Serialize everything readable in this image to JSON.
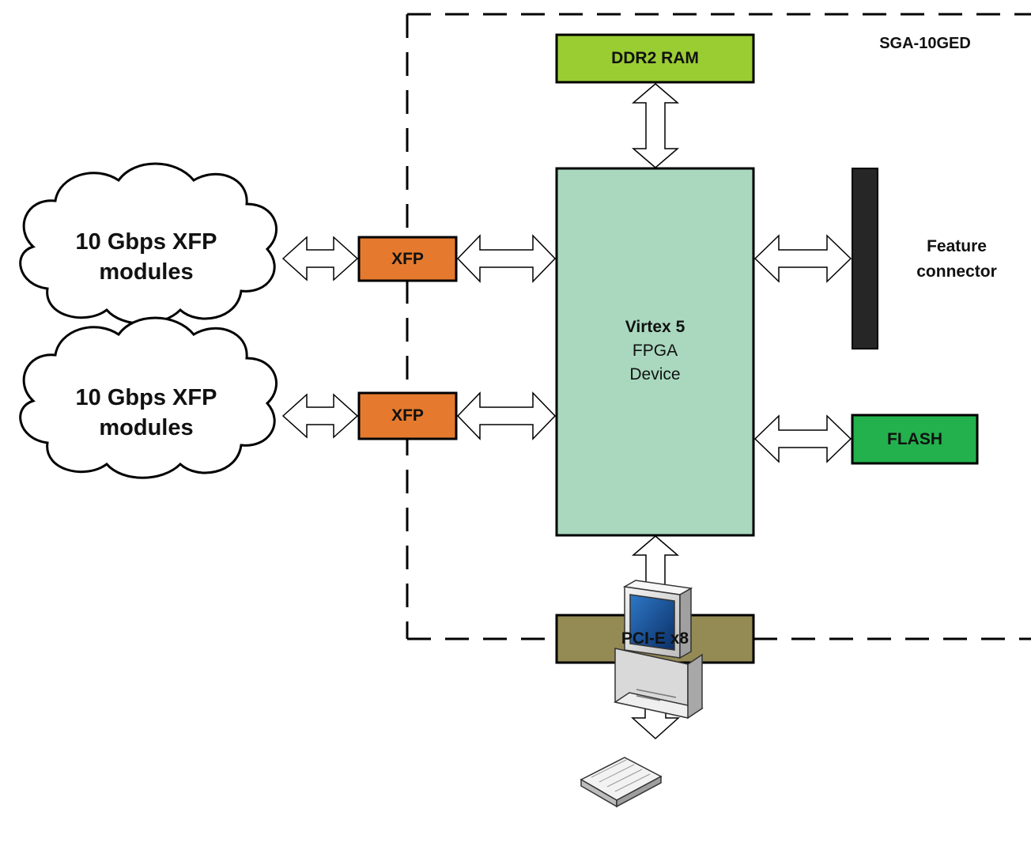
{
  "board": {
    "name": "SGA-10GED"
  },
  "blocks": {
    "ddr2": "DDR2 RAM",
    "fpga": {
      "line1": "Virtex 5",
      "line2": "FPGA",
      "line3": "Device"
    },
    "xfp_top": "XFP",
    "xfp_bottom": "XFP",
    "flash": "FLASH",
    "pcie": "PCI-E x8",
    "feature": {
      "line1": "Feature",
      "line2": "connector"
    }
  },
  "clouds": [
    {
      "line1": "10 Gbps XFP",
      "line2": "modules"
    },
    {
      "line1": "10 Gbps XFP",
      "line2": "modules"
    }
  ],
  "icons": {
    "host": "desktop-computer-icon"
  },
  "colors": {
    "ddr2": "#9ACD32",
    "fpga": "#A9D8BE",
    "xfp": "#E57A2E",
    "flash": "#23B14D",
    "pcie": "#948A54",
    "feature_connector": "#262626"
  }
}
